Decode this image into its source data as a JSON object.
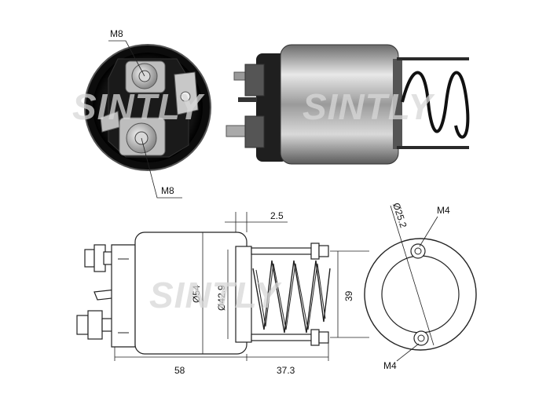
{
  "watermark": {
    "text": "SINTLY"
  },
  "photo_top": {
    "terminal_labels": {
      "upper": "M8",
      "lower": "M8"
    }
  },
  "drawing": {
    "dimensions": {
      "length_body": "58",
      "length_spring": "37.3",
      "gap": "2.5",
      "dia_body": "Ø54",
      "dia_inner": "Ø42.9",
      "spring_height": "39",
      "bolt_circle": "Ø25.2"
    },
    "bolt_labels": {
      "top": "M4",
      "bottom": "M4"
    }
  },
  "colors": {
    "line": "#222222",
    "watermark": "#d8d8d8",
    "metal_dark": "#2a2a2a",
    "metal_light": "#cfcfcf"
  }
}
